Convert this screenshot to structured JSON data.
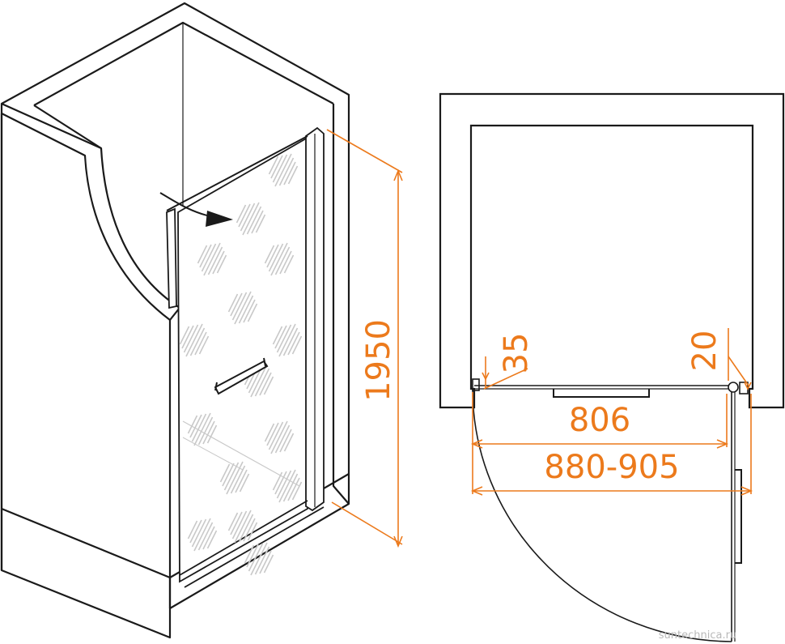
{
  "colors": {
    "line": "#1a1a1a",
    "dimension": "#ec7a1c",
    "watermark": "#b9b9b9",
    "glass_hatch": "#c9c9c9"
  },
  "dimensions": {
    "height": "1950",
    "door_width": "806",
    "opening_range": "880-905",
    "left_profile": "35",
    "right_profile": "20"
  },
  "watermark": "suntechnica.ru"
}
